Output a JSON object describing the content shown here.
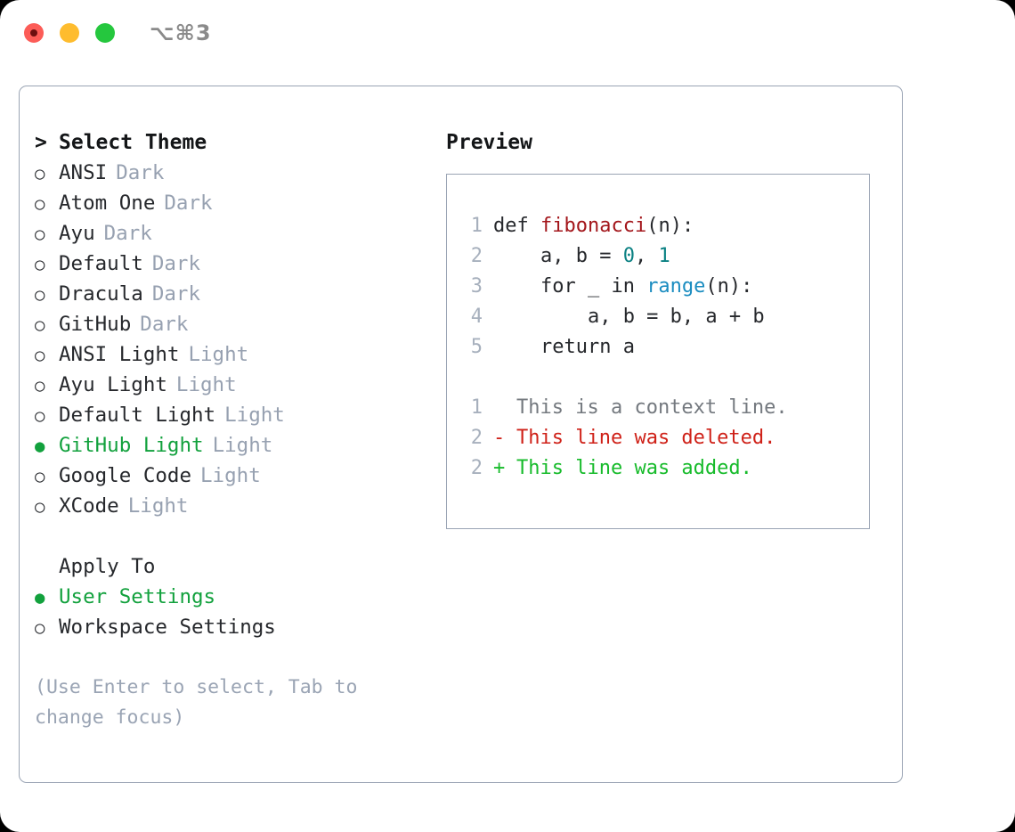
{
  "window": {
    "shortcut_label": "⌥⌘3",
    "traffic_lights": [
      {
        "name": "close",
        "color": "#fc5c57"
      },
      {
        "name": "minimize",
        "color": "#febc2e"
      },
      {
        "name": "maximize",
        "color": "#25c73e"
      }
    ]
  },
  "theme_picker": {
    "prompt": ">",
    "title": "Select Theme",
    "items": [
      {
        "bullet": "○",
        "name": "ANSI",
        "badge": "Dark",
        "selected": false
      },
      {
        "bullet": "○",
        "name": "Atom One",
        "badge": "Dark",
        "selected": false
      },
      {
        "bullet": "○",
        "name": "Ayu",
        "badge": "Dark",
        "selected": false
      },
      {
        "bullet": "○",
        "name": "Default",
        "badge": "Dark",
        "selected": false
      },
      {
        "bullet": "○",
        "name": "Dracula",
        "badge": "Dark",
        "selected": false
      },
      {
        "bullet": "○",
        "name": "GitHub",
        "badge": "Dark",
        "selected": false
      },
      {
        "bullet": "○",
        "name": "ANSI Light",
        "badge": "Light",
        "selected": false
      },
      {
        "bullet": "○",
        "name": "Ayu Light",
        "badge": "Light",
        "selected": false
      },
      {
        "bullet": "○",
        "name": "Default Light",
        "badge": "Light",
        "selected": false
      },
      {
        "bullet": "●",
        "name": "GitHub Light",
        "badge": "Light",
        "selected": true
      },
      {
        "bullet": "○",
        "name": "Google Code",
        "badge": "Light",
        "selected": false
      },
      {
        "bullet": "○",
        "name": "XCode",
        "badge": "Light",
        "selected": false
      }
    ]
  },
  "apply_to": {
    "title": "Apply To",
    "options": [
      {
        "bullet": "●",
        "label": "User Settings",
        "selected": true
      },
      {
        "bullet": "○",
        "label": "Workspace Settings",
        "selected": false
      }
    ]
  },
  "hint": "(Use Enter to select, Tab to change focus)",
  "preview": {
    "title": "Preview",
    "code_lines": [
      {
        "n": "1",
        "segments": [
          {
            "t": "def ",
            "k": "plain"
          },
          {
            "t": "fibonacci",
            "k": "fn"
          },
          {
            "t": "(n):",
            "k": "plain"
          }
        ]
      },
      {
        "n": "2",
        "segments": [
          {
            "t": "    a, b = ",
            "k": "plain"
          },
          {
            "t": "0",
            "k": "num"
          },
          {
            "t": ", ",
            "k": "plain"
          },
          {
            "t": "1",
            "k": "num"
          }
        ]
      },
      {
        "n": "3",
        "segments": [
          {
            "t": "    for _ in ",
            "k": "plain"
          },
          {
            "t": "range",
            "k": "call"
          },
          {
            "t": "(n):",
            "k": "plain"
          }
        ]
      },
      {
        "n": "4",
        "segments": [
          {
            "t": "        a, b = b, a + b",
            "k": "plain"
          }
        ]
      },
      {
        "n": "5",
        "segments": [
          {
            "t": "    return a",
            "k": "plain"
          }
        ]
      }
    ],
    "diff_lines": [
      {
        "n": "1",
        "mark": " ",
        "text": "This is a context line.",
        "kind": "ctx"
      },
      {
        "n": "2",
        "mark": "-",
        "text": "This line was deleted.",
        "kind": "del"
      },
      {
        "n": "2",
        "mark": "+",
        "text": "This line was added.",
        "kind": "add"
      }
    ]
  },
  "colors": {
    "accent_green": "#12a13d",
    "badge_muted": "#97a1b1",
    "border": "#9aa4b4",
    "diff_add": "#17bb2b",
    "diff_del": "#cf2118",
    "syntax_function": "#a3161b",
    "syntax_number": "#0b8183",
    "syntax_call": "#1a8cc0"
  }
}
